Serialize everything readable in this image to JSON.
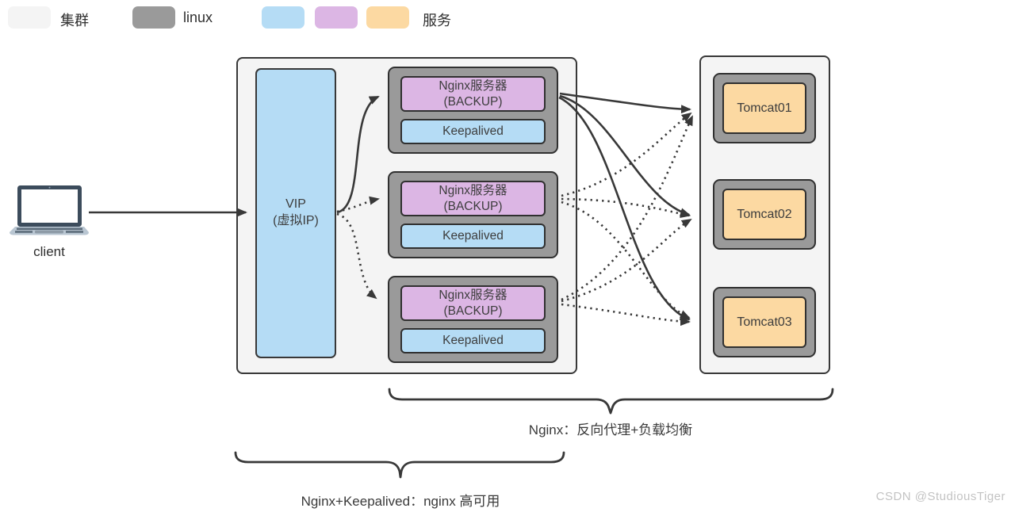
{
  "legend": {
    "cluster_label": "集群",
    "linux_label": "linux",
    "service_label": "服务"
  },
  "client": {
    "label": "client"
  },
  "vip": {
    "line1": "VIP",
    "line2": "(虚拟IP)"
  },
  "nginx_servers": [
    {
      "title": "Nginx服务器",
      "subtitle": "(BACKUP)",
      "daemon": "Keepalived"
    },
    {
      "title": "Nginx服务器",
      "subtitle": "(BACKUP)",
      "daemon": "Keepalived"
    },
    {
      "title": "Nginx服务器",
      "subtitle": "(BACKUP)",
      "daemon": "Keepalived"
    }
  ],
  "tomcats": [
    {
      "label": "Tomcat01"
    },
    {
      "label": "Tomcat02"
    },
    {
      "label": "Tomcat03"
    }
  ],
  "annotations": {
    "nginx_brace_label": "Nginx：反向代理+负载均衡",
    "keepalived_brace_label": "Nginx+Keepalived：nginx 高可用"
  },
  "watermark": "CSDN @StudiousTiger",
  "colors": {
    "cluster_bg": "#f4f4f4",
    "linux_gray": "#9a9a9a",
    "service_blue": "#b5dcf5",
    "service_purple": "#dcb6e4",
    "service_orange": "#fcd9a2",
    "border_dark": "#383838",
    "arrow": "#383838",
    "text": "#3d3d3d",
    "watermark": "#c3c3c3"
  }
}
